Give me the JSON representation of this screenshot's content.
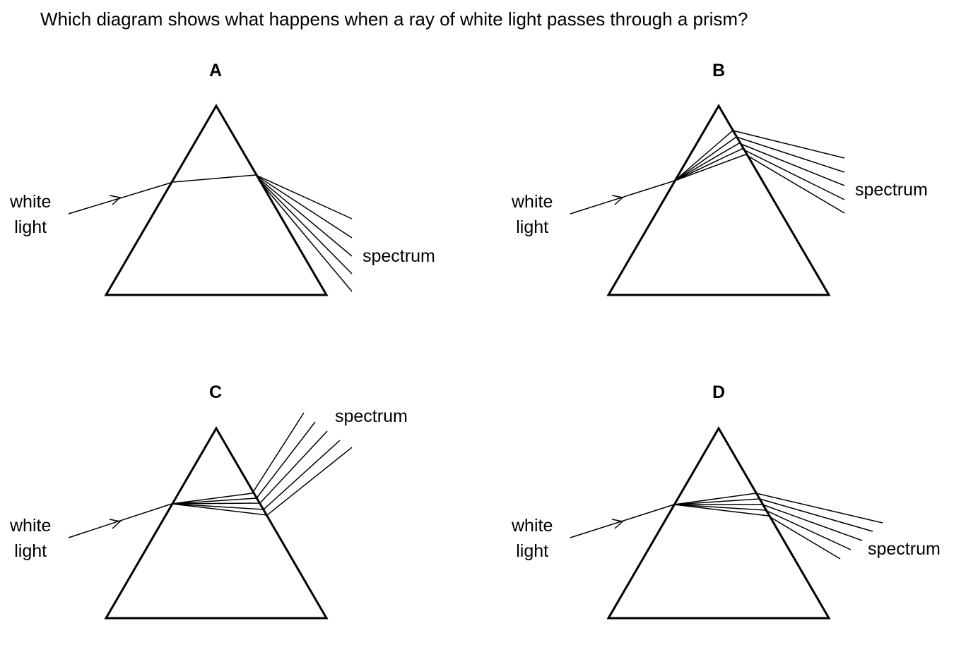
{
  "question": "Which diagram shows what happens when a ray of white light passes through a prism?",
  "options": [
    {
      "letter": "A",
      "input_label_1": "white",
      "input_label_2": "light",
      "output_label": "spectrum"
    },
    {
      "letter": "B",
      "input_label_1": "white",
      "input_label_2": "light",
      "output_label": "spectrum"
    },
    {
      "letter": "C",
      "input_label_1": "white",
      "input_label_2": "light",
      "output_label": "spectrum"
    },
    {
      "letter": "D",
      "input_label_1": "white",
      "input_label_2": "light",
      "output_label": "spectrum"
    }
  ]
}
